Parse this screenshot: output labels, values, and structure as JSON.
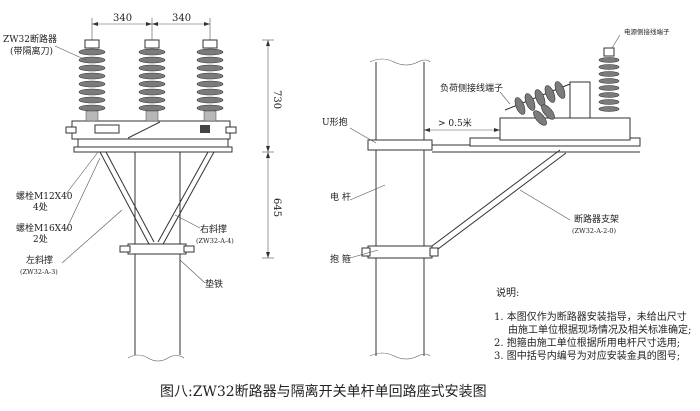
{
  "dimensions": {
    "top_left": "340",
    "top_right": "340",
    "right_upper": "730",
    "right_lower": "645"
  },
  "left_labels": {
    "breaker_line1": "ZW32断路器",
    "breaker_line2": "(带隔离刀)",
    "bolt1_line1": "螺栓M12X40",
    "bolt1_line2": "4处",
    "bolt2_line1": "螺栓M16X40",
    "bolt2_line2": "2处",
    "left_brace": "左斜撑",
    "left_brace_code": "(ZW32-A-3)",
    "right_brace": "右斜撑",
    "right_brace_code": "(ZW32-A-4)",
    "washer": "垫铁"
  },
  "right_labels": {
    "power_terminal": "电源侧接线端子",
    "load_terminal": "负荷侧接线端子",
    "distance": "> 0.5米",
    "u_bolt": "U形抱",
    "pole": "电 杆",
    "hoop": "抱 箍",
    "bracket": "断路器支架",
    "bracket_code": "(ZW32-A-2-0)"
  },
  "notes": {
    "title": "说明:",
    "n1a": "1.  本图仅作为断路器安装指导，未给出尺寸",
    "n1b": "由施工单位根据现场情况及相关标准确定;",
    "n2": "2.  抱箍由施工单位根据所用电杆尺寸选用;",
    "n3": "3.  图中括号内编号为对应安装金具的图号;"
  },
  "caption": "图八:ZW32断路器与隔离开关单杆单回路座式安装图"
}
